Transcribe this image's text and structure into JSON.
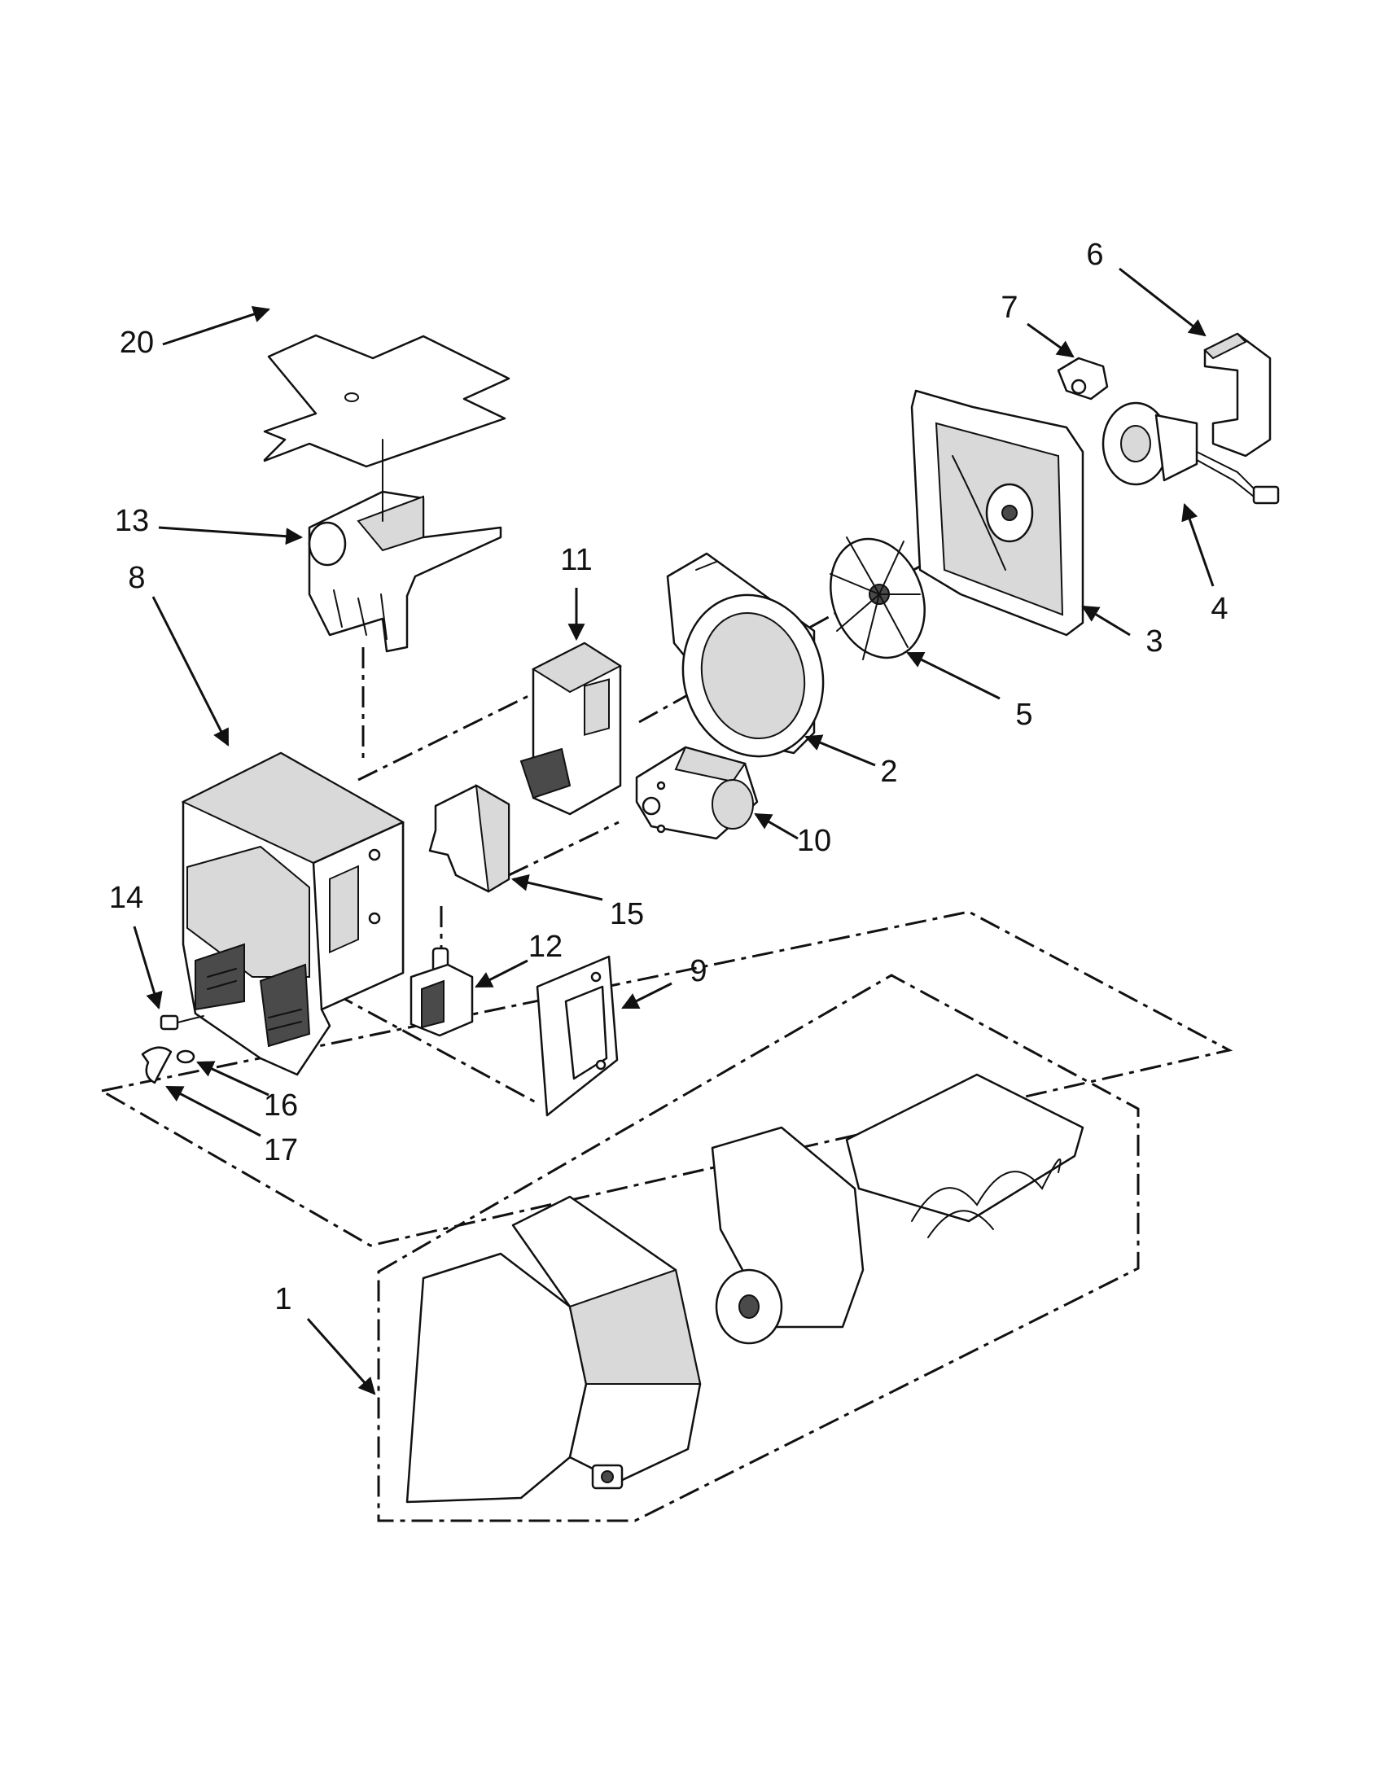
{
  "callouts": [
    {
      "id": "1",
      "label": "1"
    },
    {
      "id": "2",
      "label": "2"
    },
    {
      "id": "3",
      "label": "3"
    },
    {
      "id": "4",
      "label": "4"
    },
    {
      "id": "5",
      "label": "5"
    },
    {
      "id": "6",
      "label": "6"
    },
    {
      "id": "7",
      "label": "7"
    },
    {
      "id": "8",
      "label": "8"
    },
    {
      "id": "9",
      "label": "9"
    },
    {
      "id": "10",
      "label": "10"
    },
    {
      "id": "11",
      "label": "11"
    },
    {
      "id": "12",
      "label": "12"
    },
    {
      "id": "13",
      "label": "13"
    },
    {
      "id": "14",
      "label": "14"
    },
    {
      "id": "15",
      "label": "15"
    },
    {
      "id": "16",
      "label": "16"
    },
    {
      "id": "17",
      "label": "17"
    },
    {
      "id": "20",
      "label": "20"
    }
  ]
}
